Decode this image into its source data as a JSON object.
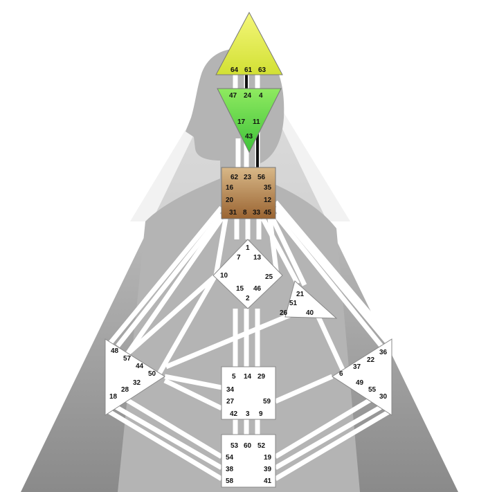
{
  "colors": {
    "head_center_fill": "#e6f04a",
    "ajna_center_fill": "#6ee04a",
    "throat_center_fill": "#b98c5a",
    "white_center_fill": "#ffffff",
    "channel_fill": "#ffffff",
    "active_channel": "#111111",
    "body_background": "#9a9a9a",
    "silhouette": "#bdbdbd"
  },
  "centers": {
    "head": {
      "gates": [
        "64",
        "61",
        "63"
      ]
    },
    "ajna": {
      "gates": [
        "47",
        "24",
        "4",
        "17",
        "11",
        "43"
      ]
    },
    "throat": {
      "gates": [
        "62",
        "23",
        "56",
        "16",
        "35",
        "20",
        "12",
        "31",
        "8",
        "33",
        "45"
      ]
    },
    "g": {
      "gates": [
        "1",
        "7",
        "13",
        "10",
        "25",
        "15",
        "46",
        "2"
      ]
    },
    "heart": {
      "gates": [
        "21",
        "51",
        "26",
        "40"
      ]
    },
    "spleen": {
      "gates": [
        "48",
        "57",
        "44",
        "50",
        "32",
        "28",
        "18"
      ]
    },
    "solar_plexus": {
      "gates": [
        "36",
        "22",
        "37",
        "6",
        "49",
        "55",
        "30"
      ]
    },
    "sacral": {
      "gates": [
        "5",
        "14",
        "29",
        "34",
        "27",
        "59",
        "42",
        "3",
        "9"
      ]
    },
    "root": {
      "gates": [
        "53",
        "60",
        "52",
        "54",
        "19",
        "38",
        "39",
        "58",
        "41"
      ]
    }
  }
}
